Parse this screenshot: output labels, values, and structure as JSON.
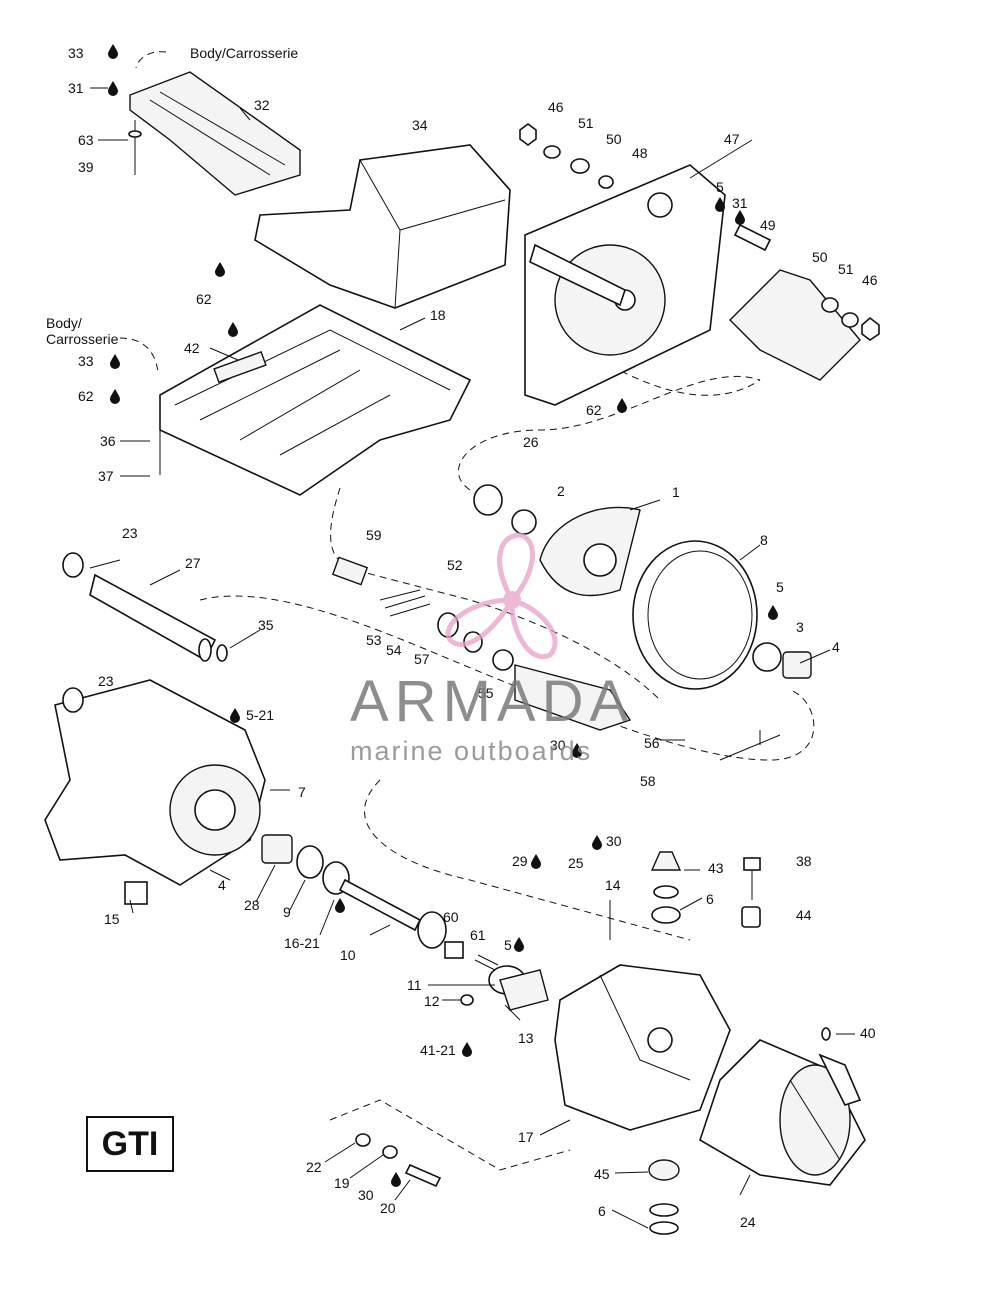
{
  "diagram": {
    "model_badge": "GTI",
    "watermark": {
      "brand": "ARMADA",
      "tagline": "marine outboards",
      "logo_color": "#e8a0c8"
    },
    "body_note_top": "Body/Carrosserie",
    "body_note_left_line1": "Body/",
    "body_note_left_line2": "Carrosserie",
    "callouts": [
      "33",
      "31",
      "63",
      "39",
      "32",
      "34",
      "62",
      "42",
      "18",
      "33",
      "62",
      "36",
      "37",
      "46",
      "51",
      "50",
      "48",
      "47",
      "5",
      "31",
      "49",
      "50",
      "51",
      "46",
      "62",
      "26",
      "2",
      "1",
      "8",
      "5",
      "3",
      "4",
      "23",
      "27",
      "35",
      "59",
      "52",
      "53",
      "54",
      "57",
      "55",
      "56",
      "30",
      "58",
      "23",
      "5-21",
      "7",
      "4",
      "28",
      "9",
      "16-21",
      "10",
      "15",
      "29",
      "25",
      "30",
      "14",
      "43",
      "6",
      "38",
      "44",
      "60",
      "61",
      "5",
      "11",
      "12",
      "13",
      "41-21",
      "40",
      "17",
      "22",
      "19",
      "30",
      "20",
      "45",
      "6",
      "24"
    ]
  }
}
